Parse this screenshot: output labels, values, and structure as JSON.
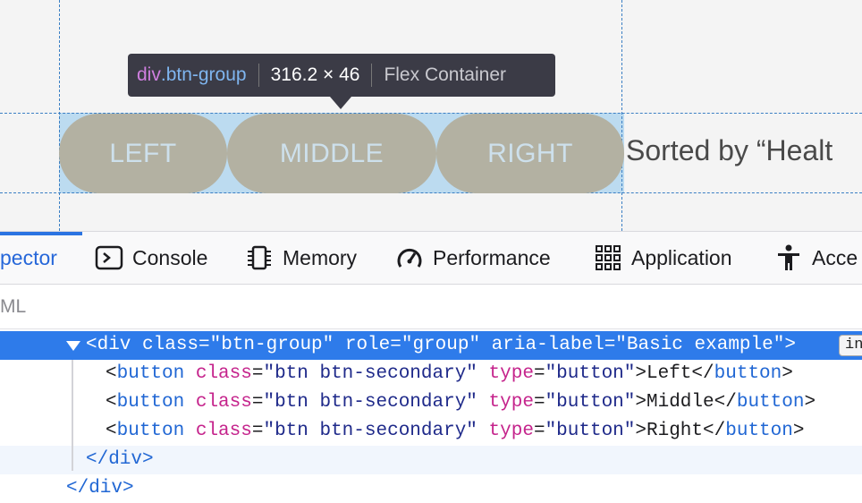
{
  "preview": {
    "buttons": [
      "LEFT",
      "MIDDLE",
      "RIGHT"
    ],
    "sorted_text": "Sorted by “Healt"
  },
  "tooltip": {
    "tag": "div",
    "cls": ".btn-group",
    "size": "316.2 × 46",
    "kind": "Flex Container"
  },
  "tabs": [
    {
      "label": "pector",
      "icon": "inspector-icon",
      "active": true
    },
    {
      "label": "Console",
      "icon": "console-icon"
    },
    {
      "label": "Memory",
      "icon": "memory-chip-icon"
    },
    {
      "label": "Performance",
      "icon": "gauge-icon"
    },
    {
      "label": "Application",
      "icon": "grid-icon"
    },
    {
      "label": "Acce",
      "icon": "accessibility-icon"
    }
  ],
  "breadcrumb": "ML",
  "markup": {
    "selected": {
      "open": "<div class=\"btn-group\" role=\"group\" aria-label=\"Basic example\">",
      "badge": "in"
    },
    "children": [
      {
        "tag": "button",
        "attr1": "class",
        "val1": "\"btn btn-secondary\"",
        "attr2": "type",
        "val2": "\"button\"",
        "text": "Left"
      },
      {
        "tag": "button",
        "attr1": "class",
        "val1": "\"btn btn-secondary\"",
        "attr2": "type",
        "val2": "\"button\"",
        "text": "Middle"
      },
      {
        "tag": "button",
        "attr1": "class",
        "val1": "\"btn btn-secondary\"",
        "attr2": "type",
        "val2": "\"button\"",
        "text": "Right"
      }
    ],
    "close_inner": "</div>",
    "close_outer": "</div>"
  },
  "colors": {
    "accent": "#2e7bea",
    "button_bg": "#b3b1a2",
    "highlight": "#bcdbf0"
  }
}
